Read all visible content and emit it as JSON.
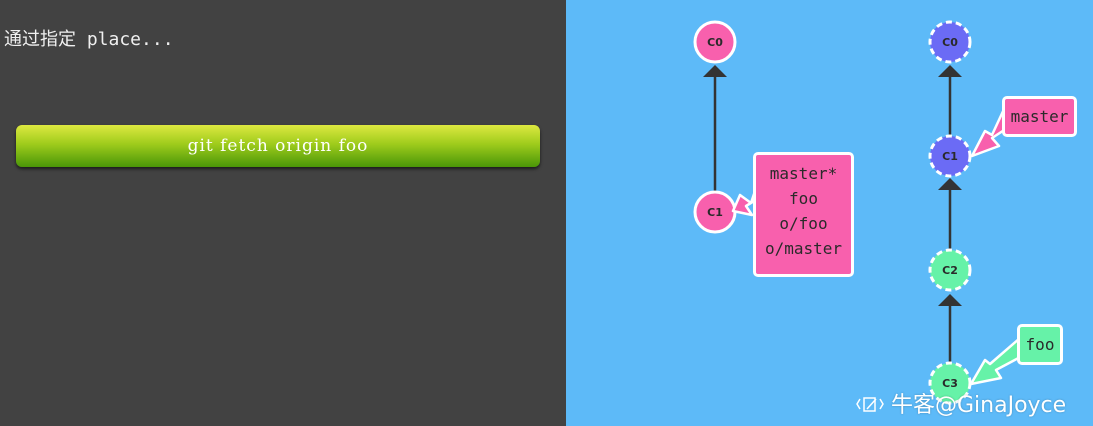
{
  "instruction": {
    "title": "通过指定 place...",
    "command_label": "git fetch origin foo"
  },
  "colors": {
    "left_panel_bg": "#424242",
    "diagram_bg": "#5dbaf8",
    "commit_pink": "#f860ad",
    "commit_blue": "#6b6bf5",
    "commit_green": "#66f2a8",
    "button_gradient_top": "#dde840",
    "button_gradient_bottom": "#4a9608"
  },
  "local_repo": {
    "commits": [
      {
        "id": "C0",
        "parent": null
      },
      {
        "id": "C1",
        "parent": "C0"
      }
    ],
    "branch_labels": [
      "master*",
      "foo",
      "o/foo",
      "o/master"
    ]
  },
  "remote_repo": {
    "commits": [
      {
        "id": "C0",
        "parent": null,
        "dashed": true
      },
      {
        "id": "C1",
        "parent": "C0",
        "dashed": true
      },
      {
        "id": "C2",
        "parent": "C1",
        "dashed": true
      },
      {
        "id": "C3",
        "parent": "C2",
        "dashed": true
      }
    ],
    "master_label": "master",
    "foo_label": "foo"
  },
  "watermark": "牛客@GinaJoyce"
}
